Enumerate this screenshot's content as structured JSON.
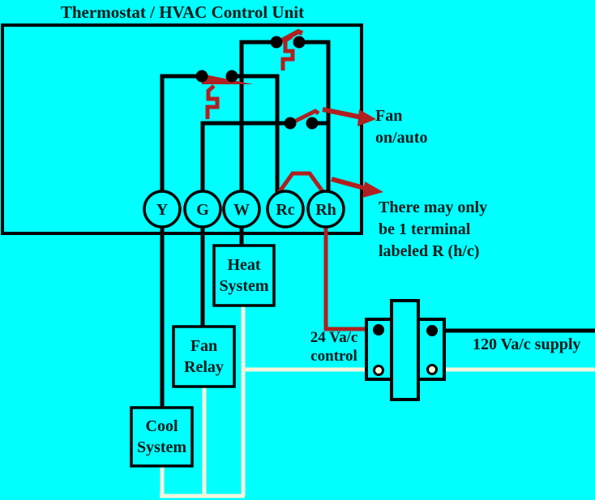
{
  "colors": {
    "background": "#00ffff",
    "wire_black": "#000000",
    "wire_red": "#b02020",
    "wire_common": "#f5f5dc",
    "text": "#001a1a"
  },
  "title": "Thermostat / HVAC Control Unit",
  "terminals": {
    "items": [
      {
        "label": "Y"
      },
      {
        "label": "G"
      },
      {
        "label": "W"
      },
      {
        "label": "Rc"
      },
      {
        "label": "Rh"
      }
    ]
  },
  "components": {
    "heat_system": {
      "line1": "Heat",
      "line2": "System"
    },
    "fan_relay": {
      "line1": "Fan",
      "line2": "Relay"
    },
    "cool_system": {
      "line1": "Cool",
      "line2": "System"
    }
  },
  "annotations": {
    "fan_switch": {
      "line1": "Fan",
      "line2": "on/auto"
    },
    "r_terminal_note": {
      "line1": "There may only",
      "line2": "be 1 terminal",
      "line3": "labeled R (h/c)"
    },
    "control_voltage": {
      "line1": "24 Va/c",
      "line2": "control"
    },
    "supply_voltage": "120 Va/c supply"
  },
  "icons": {
    "cool_switch": "thermostat-switch-icon",
    "heat_switch": "thermostat-switch-icon",
    "fan_switch": "switch-icon",
    "fan_pointer": "arrow-right-icon",
    "r_note_pointer": "arrow-right-icon",
    "transformer": "transformer-icon"
  }
}
